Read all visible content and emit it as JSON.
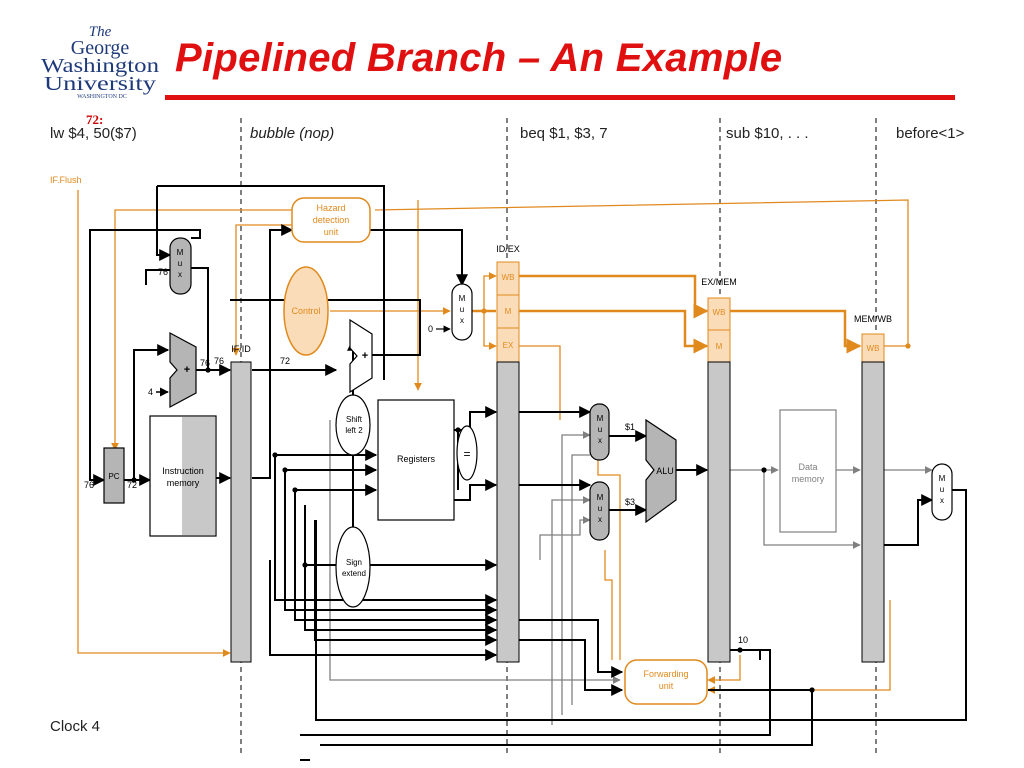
{
  "header": {
    "logo_text": [
      "The",
      "George",
      "Washington",
      "University",
      "WASHINGTON DC"
    ],
    "title": "Pipelined Branch – An Example"
  },
  "stages": {
    "if_stage": "lw $4, 50($7)",
    "id_stage": "bubble (nop)",
    "ex_stage": "beq  $1, $3, 7",
    "mem_stage": "sub $10, . . .",
    "wb_stage": "before<1>"
  },
  "pc_annotation": "72:",
  "footer": {
    "clock": "Clock 4"
  },
  "diagram": {
    "if_flush": "IF.Flush",
    "hazard_unit": [
      "Hazard",
      "detection",
      "unit"
    ],
    "control": "Control",
    "mux": [
      "M",
      "u",
      "x"
    ],
    "adder_symbol": "+",
    "const_four": "4",
    "const_zero": "0",
    "pc": "PC",
    "instruction_memory": [
      "Instruction",
      "memory"
    ],
    "registers": "Registers",
    "equals": "=",
    "shift_left": [
      "Shift",
      "left 2"
    ],
    "sign_extend": [
      "Sign",
      "extend"
    ],
    "alu": "ALU",
    "data_memory": [
      "Data",
      "memory"
    ],
    "forwarding_unit": [
      "Forwarding",
      "unit"
    ],
    "reg_if_id": "IF/ID",
    "reg_id_ex": "ID/EX",
    "reg_ex_mem": "EX/MEM",
    "reg_mem_wb": "MEM/WB",
    "ctrl_wb": "WB",
    "ctrl_m": "M",
    "ctrl_ex": "EX",
    "val_76": "76",
    "val_72": "72",
    "val_1": "$1",
    "val_3": "$3",
    "val_10": "10"
  },
  "colors": {
    "title": "#e01010",
    "control_orange": "#e08a1e",
    "control_fill": "#fbdcb8",
    "pipeline_register": "#c8c8c8",
    "wire": "#000000",
    "gray_wire": "#808080"
  }
}
